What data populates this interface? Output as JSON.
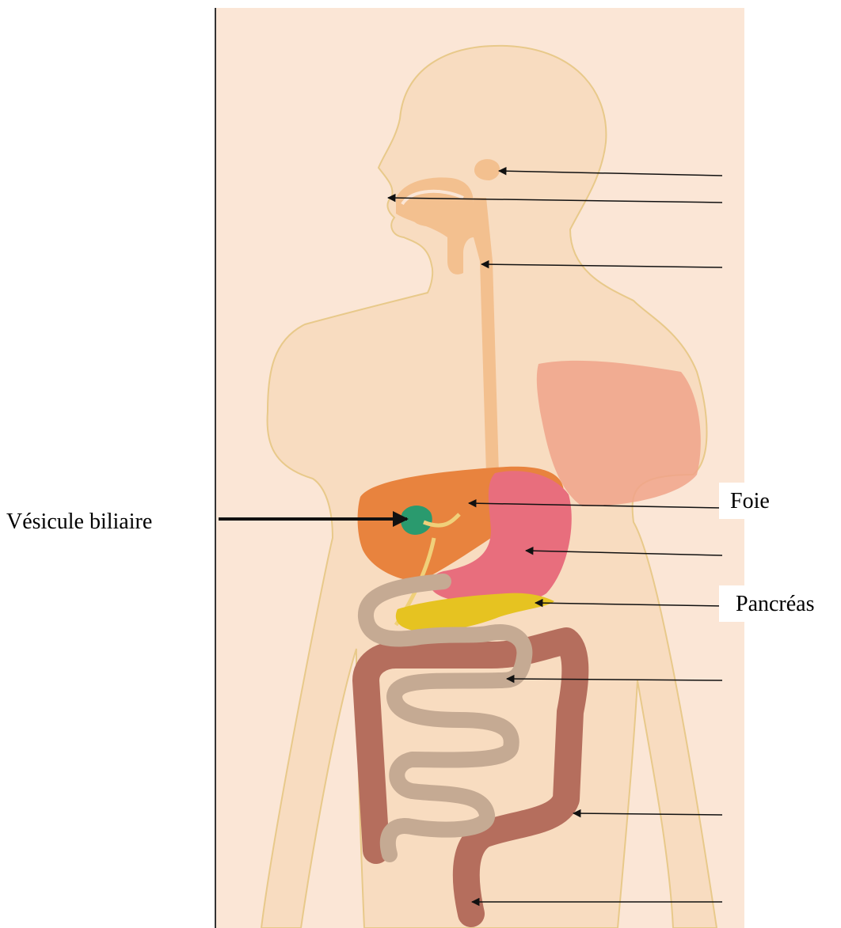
{
  "labels": {
    "gallbladder": "Vésicule biliaire",
    "liver": "Foie",
    "pancreas": "Pancréas"
  },
  "colors": {
    "page_bg": "#ffffff",
    "plate_bg": "#fbe6d6",
    "body_skin": "#f8dcc0",
    "body_outline": "#e8c98a",
    "digestive_tract": "#f3c08f",
    "liver": "#e8833e",
    "stomach": "#e86e7d",
    "gallbladder": "#2a9a6e",
    "pancreas": "#e6c321",
    "small_intestine": "#c5aa93",
    "large_intestine": "#b56e5d",
    "lung": "#f0a38a",
    "bile_duct": "#f0d07a",
    "arrow": "#111111"
  },
  "icons": {
    "arrowhead": "filled-triangle"
  }
}
